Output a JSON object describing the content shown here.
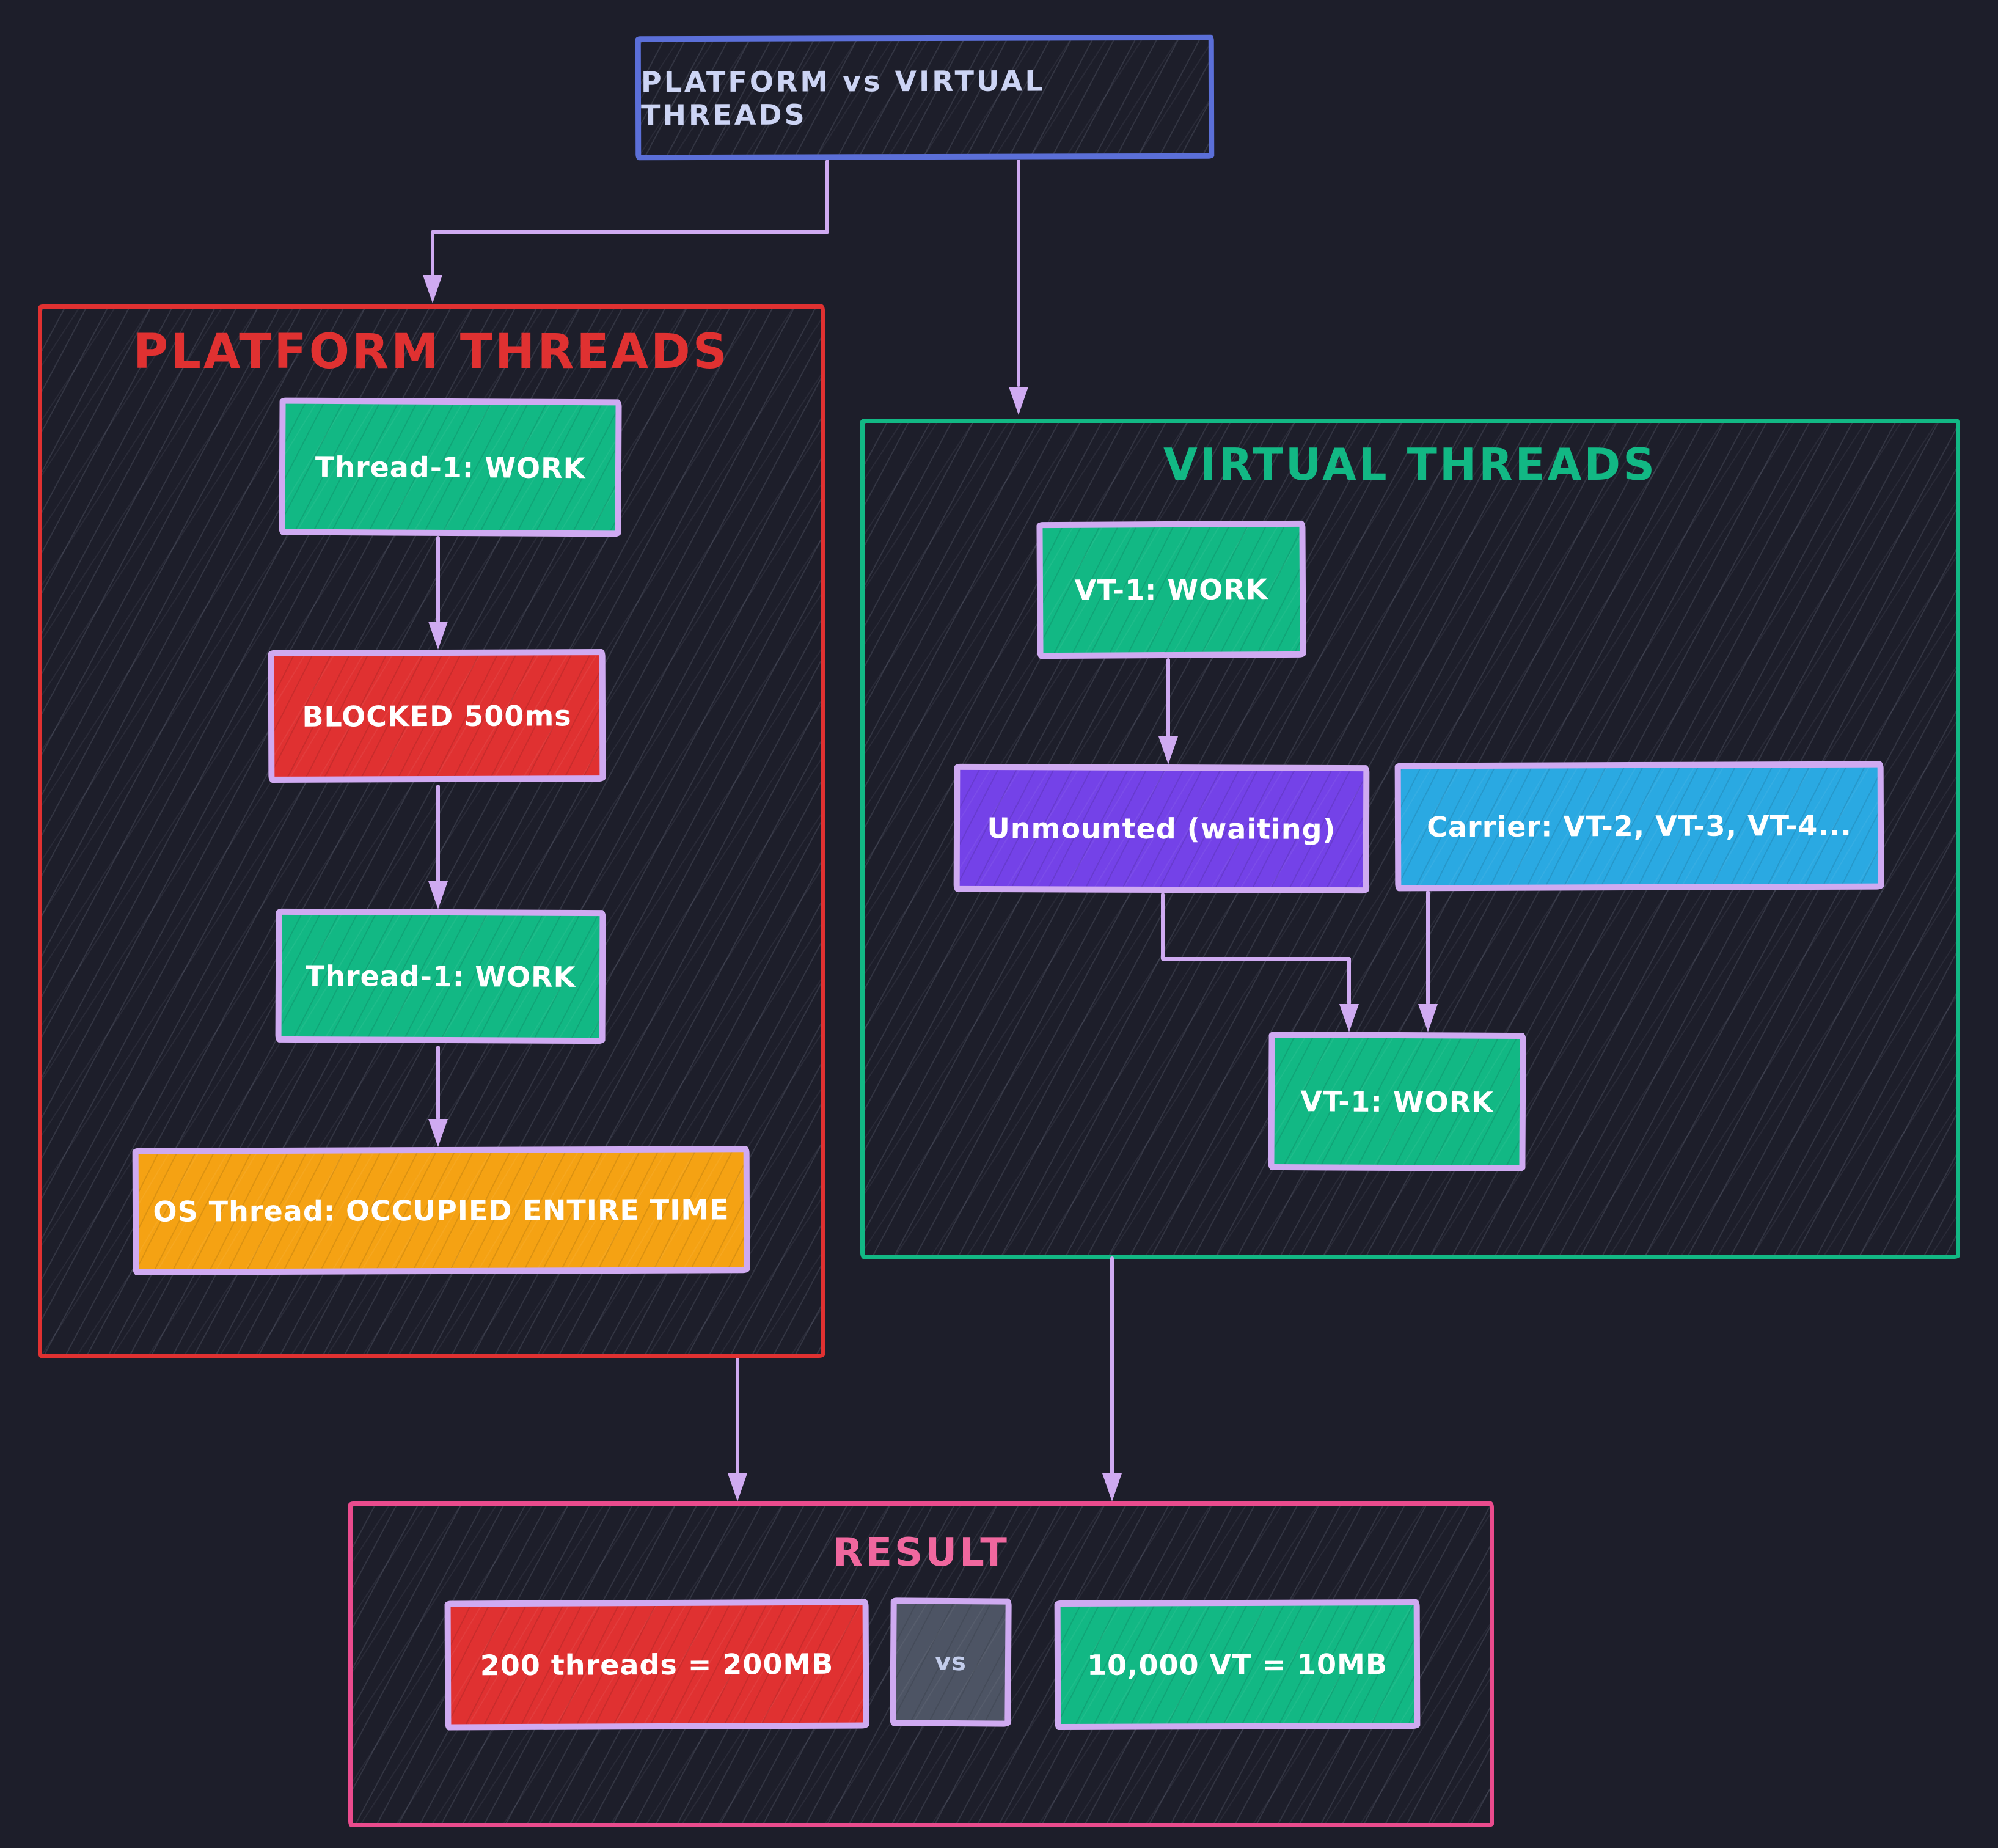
{
  "diagram": {
    "title": "PLATFORM vs VIRTUAL THREADS",
    "platform": {
      "title": "PLATFORM THREADS",
      "nodes": {
        "work1": "Thread-1: WORK",
        "blocked": "BLOCKED 500ms",
        "work2": "Thread-1: WORK",
        "os": "OS Thread: OCCUPIED ENTIRE TIME"
      }
    },
    "virtual": {
      "title": "VIRTUAL THREADS",
      "nodes": {
        "vt1": "VT-1: WORK",
        "unmounted": "Unmounted (waiting)",
        "carrier": "Carrier: VT-2, VT-3, VT-4...",
        "vt1b": "VT-1: WORK"
      }
    },
    "result": {
      "title": "RESULT",
      "platform_stat": "200 threads = 200MB",
      "vs": "vs",
      "virtual_stat": "10,000 VT = 10MB"
    },
    "colors": {
      "background": "#1d1e2a",
      "red": "#e03131",
      "green": "#12b884",
      "orange": "#f5a213",
      "violet": "#7442e8",
      "blue": "#2aa9e2",
      "indigo": "#5b6fd8",
      "pink": "#ea4b8d",
      "lavender": "#cfaaf1",
      "slate": "#4d5464",
      "title_text": "#ccd4f4",
      "pink_title": "#f0679e",
      "white": "#ffffff"
    }
  }
}
